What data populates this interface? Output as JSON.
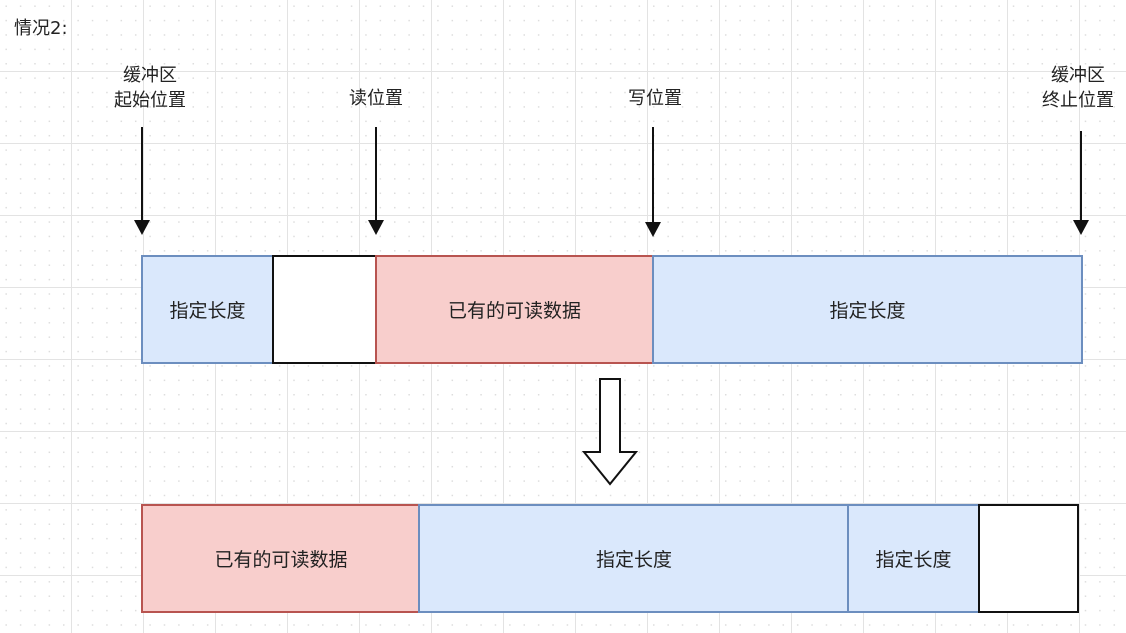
{
  "title": "情况2:",
  "pointers": {
    "buffer_start": [
      "缓冲区",
      "起始位置"
    ],
    "read": [
      "读位置"
    ],
    "write": [
      "写位置"
    ],
    "buffer_end": [
      "缓冲区",
      "终止位置"
    ]
  },
  "before_segments": {
    "seg1": "指定长度",
    "seg2": "",
    "seg3": "已有的可读数据",
    "seg4": "指定长度"
  },
  "after_segments": {
    "seg1": "已有的可读数据",
    "seg2": "指定长度",
    "seg3": "指定长度",
    "seg4": ""
  },
  "colors": {
    "blue_fill": "#dae8fc",
    "blue_border": "#6c8ebf",
    "red_fill": "#f8cecc",
    "red_border": "#b85450"
  }
}
